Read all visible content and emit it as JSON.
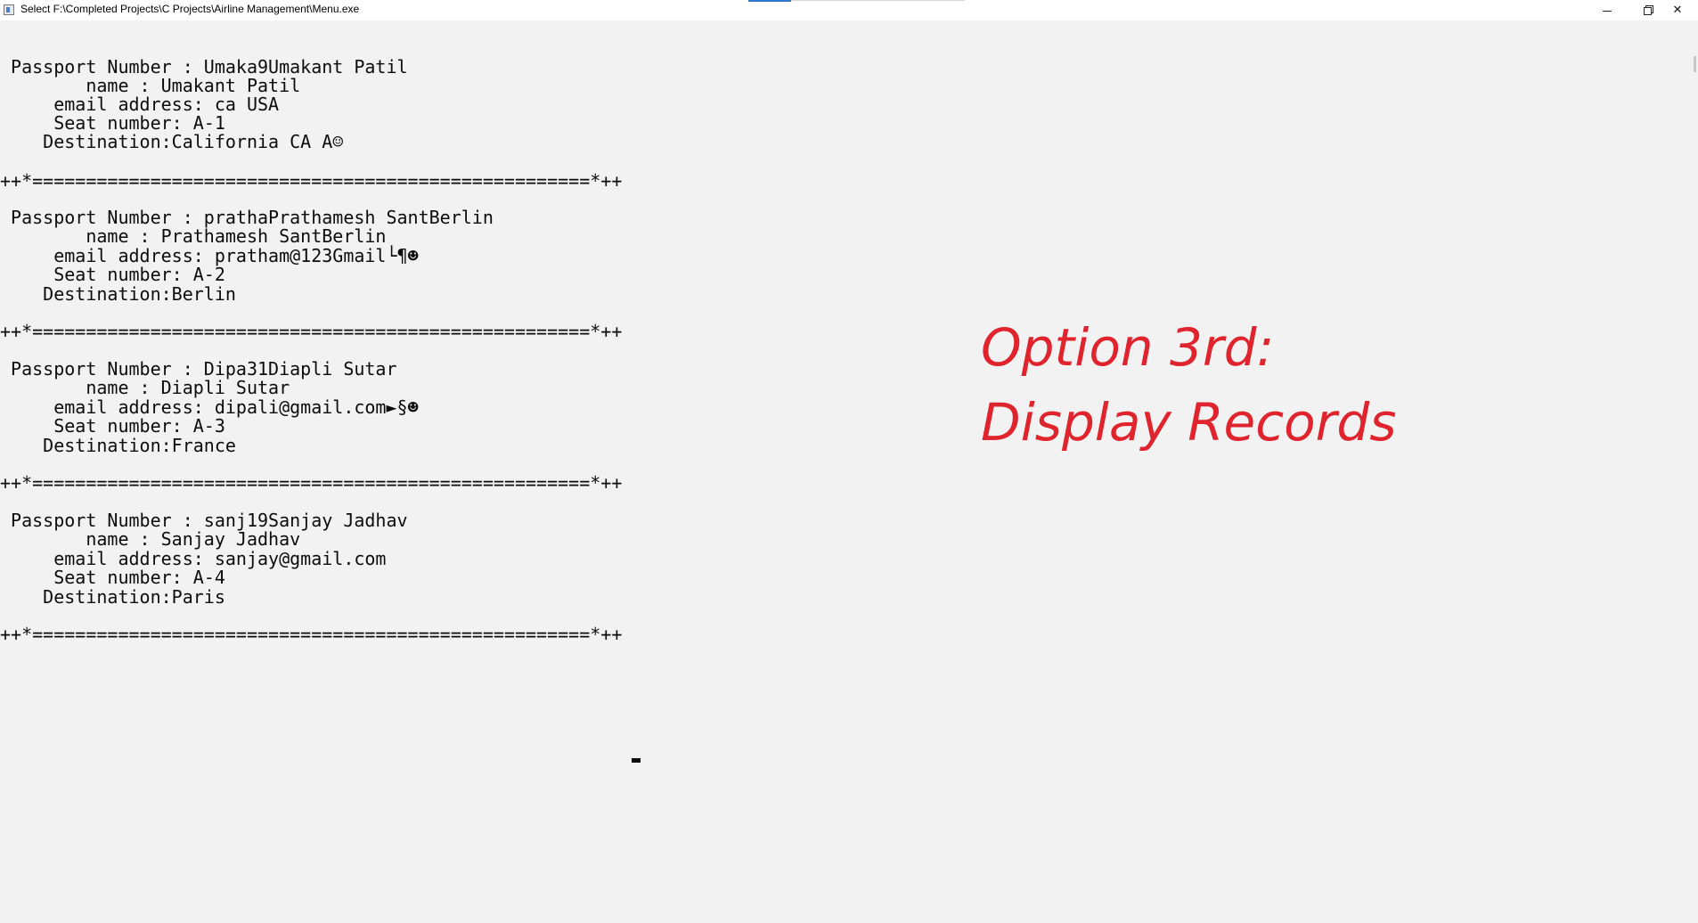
{
  "window": {
    "title": "Select F:\\Completed Projects\\C Projects\\Airline Management\\Menu.exe",
    "controls": {
      "minimize": "minimize",
      "maximize": "restore",
      "close": "✕"
    }
  },
  "records": [
    {
      "passport_line": " Passport Number : Umaka9Umakant Patil",
      "name_line": "        name : Umakant Patil",
      "email_line": "     email address: ca USA",
      "seat_line": "     Seat number: A-1",
      "destination_line": "    Destination:California CA A☺"
    },
    {
      "passport_line": " Passport Number : prathaPrathamesh SantBerlin",
      "name_line": "        name : Prathamesh SantBerlin",
      "email_line": "     email address: pratham@123Gmail└¶☻",
      "seat_line": "     Seat number: A-2",
      "destination_line": "    Destination:Berlin"
    },
    {
      "passport_line": " Passport Number : Dipa31Diapli Sutar",
      "name_line": "        name : Diapli Sutar",
      "email_line": "     email address: dipali@gmail.com►§☻",
      "seat_line": "     Seat number: A-3",
      "destination_line": "    Destination:France"
    },
    {
      "passport_line": " Passport Number : sanj19Sanjay Jadhav",
      "name_line": "        name : Sanjay Jadhav",
      "email_line": "     email address: sanjay@gmail.com",
      "seat_line": "     Seat number: A-4",
      "destination_line": "    Destination:Paris"
    }
  ],
  "separator": "++*====================================================*++",
  "annotation": {
    "line1": "Option 3rd:",
    "line2": "Display Records",
    "color": "#e0242e"
  }
}
